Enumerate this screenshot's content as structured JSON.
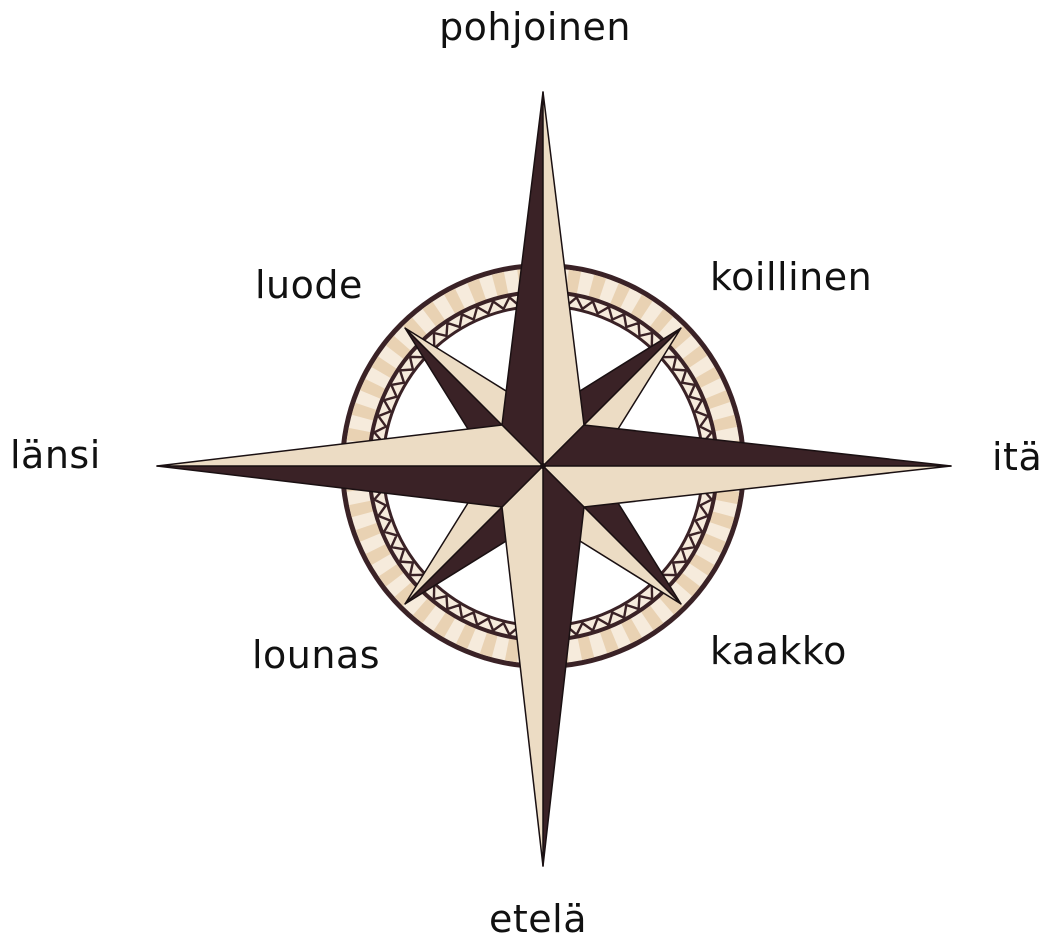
{
  "labels": {
    "north": "pohjoinen",
    "northeast": "koillinen",
    "east": "itä",
    "southeast": "kaakko",
    "south": "etelä",
    "southwest": "lounas",
    "west": "länsi",
    "northwest": "luode"
  },
  "colors": {
    "dark": "#3a2226",
    "light": "#ecdcc4",
    "ring_light": "#f6ebdc",
    "outline": "#1a1012",
    "background": "#ffffff"
  }
}
